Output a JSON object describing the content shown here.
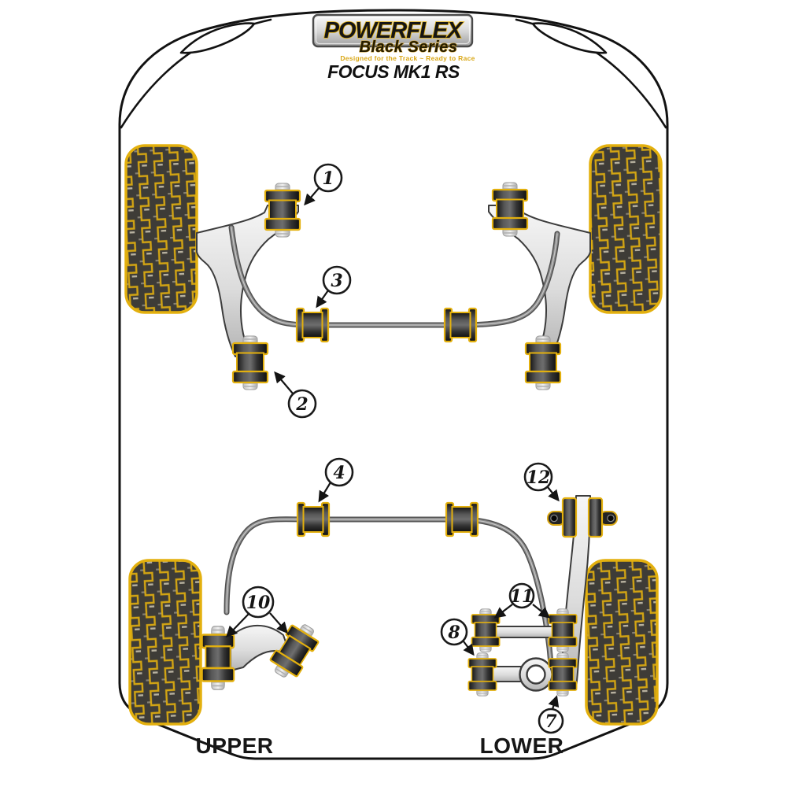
{
  "branding": {
    "brand": "POWERFLEX",
    "series": "Black Series",
    "tagline": "Designed for the Track ~ Ready to Race",
    "model": "FOCUS MK1 RS"
  },
  "section_labels": {
    "upper": "UPPER",
    "lower": "LOWER"
  },
  "callouts": [
    {
      "label": "1",
      "part": "front-wishbone-front-bushing"
    },
    {
      "label": "2",
      "part": "front-wishbone-rear-bushing"
    },
    {
      "label": "3",
      "part": "front-anti-roll-bar-bushing"
    },
    {
      "label": "4",
      "part": "rear-anti-roll-bar-bushing"
    },
    {
      "label": "7",
      "part": "rear-lower-arm-outer-bushing"
    },
    {
      "label": "8",
      "part": "rear-lower-arm-inner-bushing"
    },
    {
      "label": "10",
      "part": "rear-upper-arm-bushings"
    },
    {
      "label": "11",
      "part": "rear-upper-link-bushings"
    },
    {
      "label": "12",
      "part": "rear-trailing-arm-front-bushing"
    }
  ],
  "colors": {
    "accent_yellow": "#e3b00e",
    "gold_text": "#d9a613",
    "bushing_dark": "#262626",
    "tyre_dark": "#3e3c37",
    "arm_grey": "#d9d9d9",
    "bar_grey": "#8a8a8a",
    "outline_black": "#121212",
    "background": "#ffffff"
  }
}
